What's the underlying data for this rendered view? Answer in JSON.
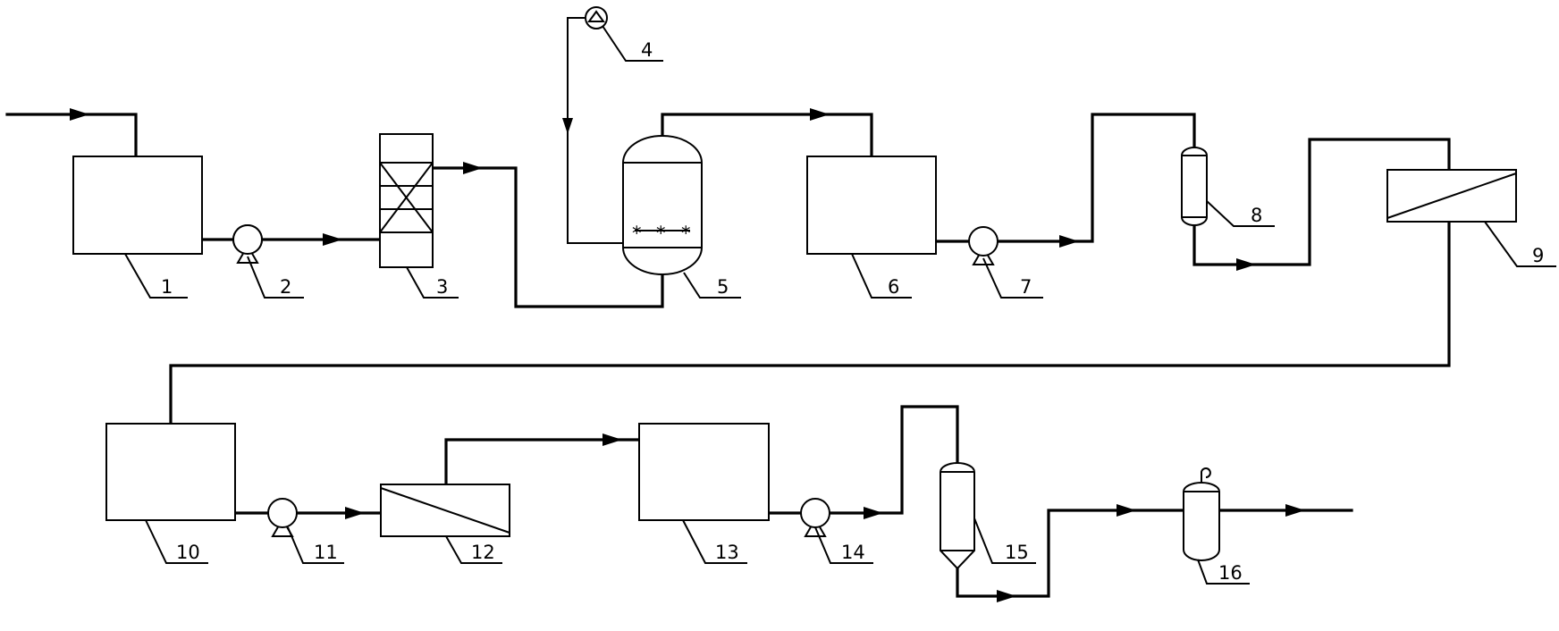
{
  "diagram": {
    "labels": {
      "n1": "1",
      "n2": "2",
      "n3": "3",
      "n4": "4",
      "n5": "5",
      "n6": "6",
      "n7": "7",
      "n8": "8",
      "n9": "9",
      "n10": "10",
      "n11": "11",
      "n12": "12",
      "n13": "13",
      "n14": "14",
      "n15": "15",
      "n16": "16"
    }
  }
}
